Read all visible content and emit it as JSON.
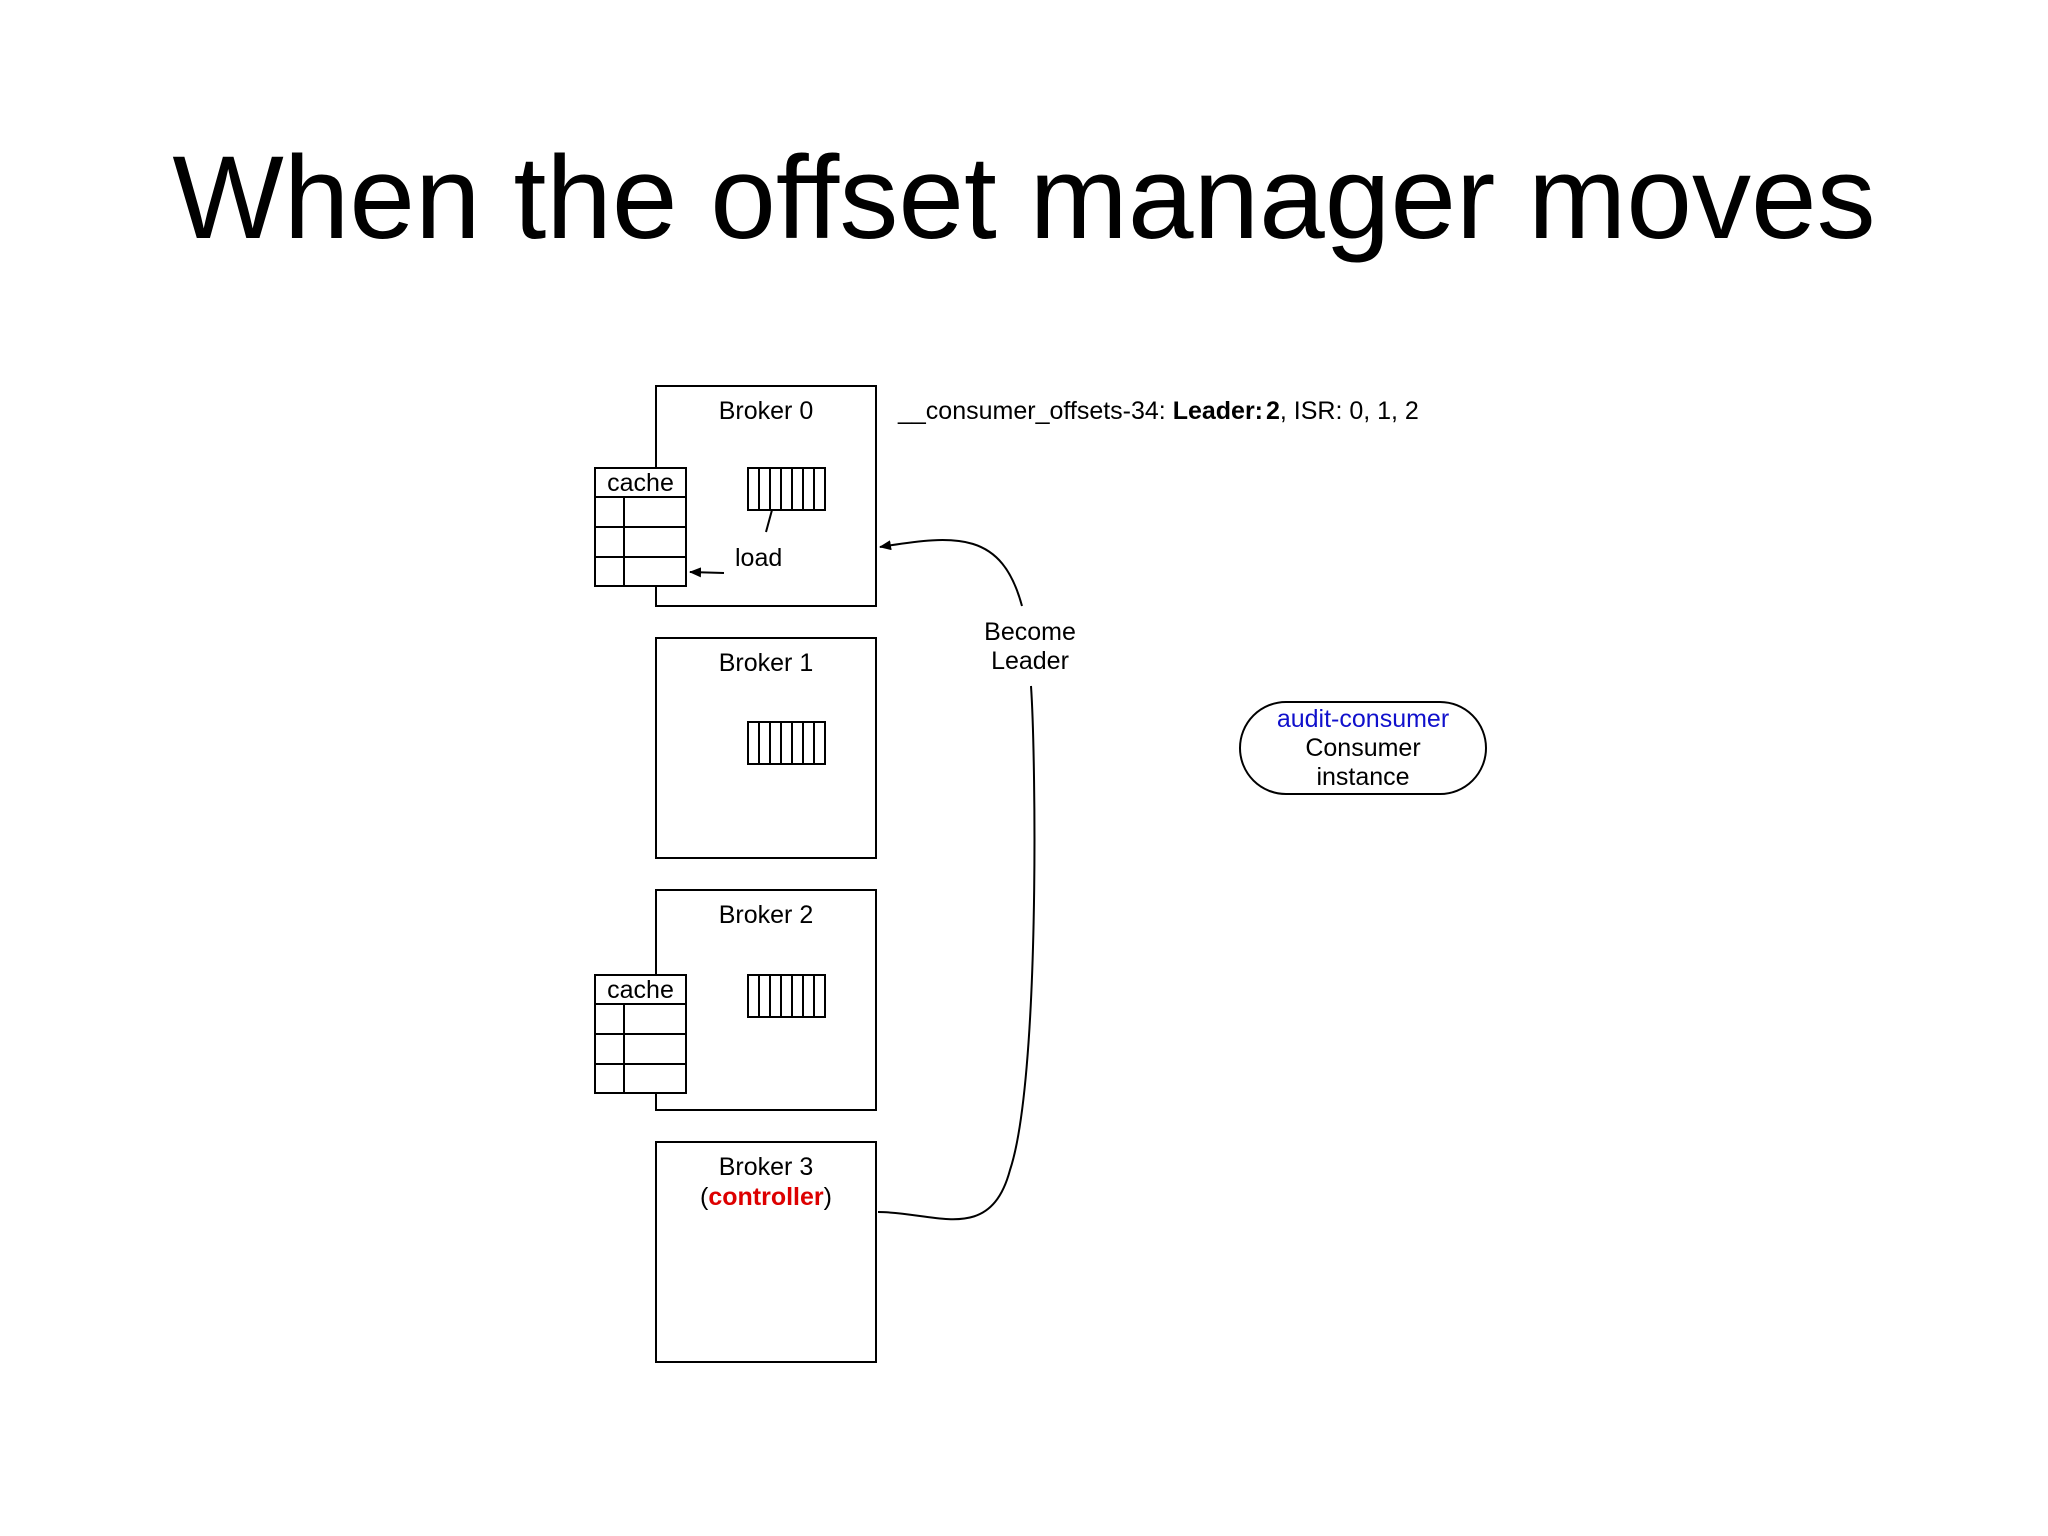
{
  "title": "When the offset manager moves",
  "partition_info": {
    "topic_partition": "__consumer_offsets-34:",
    "leader_label": "Leader:",
    "leader_value": "2",
    "isr_text": ", ISR: 0, 1, 2"
  },
  "brokers": [
    {
      "label": "Broker 0"
    },
    {
      "label": "Broker 1"
    },
    {
      "label": "Broker 2"
    },
    {
      "label": "Broker 3",
      "role_open": "(",
      "role": "controller",
      "role_close": ")"
    }
  ],
  "caches": [
    {
      "label": "cache"
    },
    {
      "label": "cache"
    }
  ],
  "arrows": {
    "load": "load",
    "become_leader": [
      "Become",
      "Leader"
    ]
  },
  "consumer": {
    "group": "audit-consumer",
    "line1": "Consumer",
    "line2": "instance"
  },
  "colors": {
    "controller": "#dd0000",
    "consumer_group": "#1010cc"
  }
}
